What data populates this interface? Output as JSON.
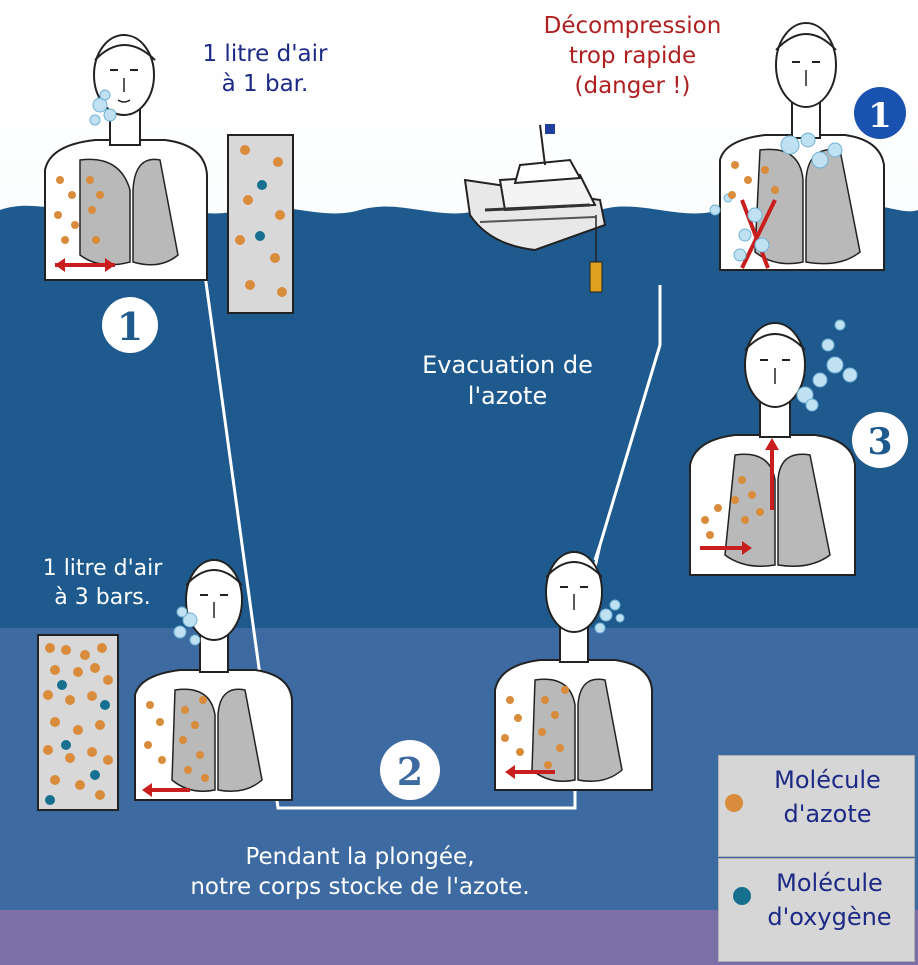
{
  "labels": {
    "air_1bar_line1": "1 litre d'air",
    "air_1bar_line2": "à 1 bar.",
    "danger_line1": "Décompression",
    "danger_line2": "trop rapide",
    "danger_line3": "(danger !)",
    "evacuation_line1": "Evacuation de",
    "evacuation_line2": "l'azote",
    "air_3bars_line1": "1 litre d'air",
    "air_3bars_line2": "à 3 bars.",
    "caption_line1": "Pendant la plongée,",
    "caption_line2": "notre corps stocke de l'azote."
  },
  "steps": {
    "surface": "1",
    "bottom": "2",
    "ascent": "3",
    "danger_surface": "1"
  },
  "legend": {
    "nitrogen_line1": "Molécule",
    "nitrogen_line2": "d'azote",
    "oxygen_line1": "Molécule",
    "oxygen_line2": "d'oxygène"
  },
  "colors": {
    "nitrogen": "#d98c3c",
    "oxygen": "#17708f",
    "sea_mid": "#1e5a8e",
    "sea_deep": "#3c6aa0",
    "arrow": "#c81e1e",
    "danger_text": "#b02020",
    "dark_text": "#1c2a86"
  }
}
